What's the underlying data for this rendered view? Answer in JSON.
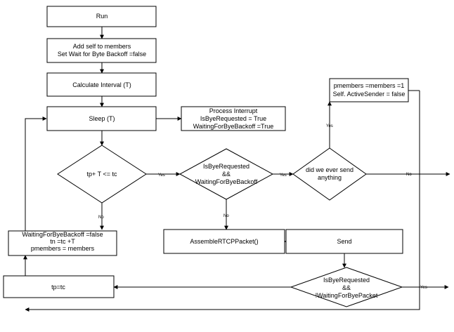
{
  "nodes": {
    "run": [
      "Run"
    ],
    "add_self": [
      "Add self to members",
      "Set Wait for Byte Backoff =false"
    ],
    "calc_interval": [
      "Calculate Interval (T)"
    ],
    "sleep": [
      "Sleep  (T)"
    ],
    "process_interrupt": [
      "Process  Interrupt",
      "IsByeRequested = True",
      "WaitingForByeBackoff =True"
    ],
    "pmembers_box": [
      "pmembers =members =1",
      "Self. ActiveSender = false"
    ],
    "tp_decision": [
      "tp+ T <= tc"
    ],
    "bye_decision": [
      "IsByeRequested",
      "&&",
      "WaitingForByeBackoff"
    ],
    "ever_send": [
      "did we ever send",
      "anything"
    ],
    "waiting_box": [
      "WaitingForByeBackoff =false",
      "tn =tc +T",
      "pmembers = members"
    ],
    "assemble": [
      "AssembleRTCPPacket()"
    ],
    "send": [
      "Send"
    ],
    "tp_tc": [
      "tp=tc"
    ],
    "bye_packet_decision": [
      "IsByeRequested",
      "&&",
      "!WaitingForByePacket"
    ]
  },
  "edge_labels": {
    "tp_yes": "Yes",
    "tp_no": "No",
    "bye_yes": "Yes",
    "bye_no": "No",
    "ever_yes": "Yes",
    "ever_no": "No",
    "packet_yes": "Yes"
  }
}
